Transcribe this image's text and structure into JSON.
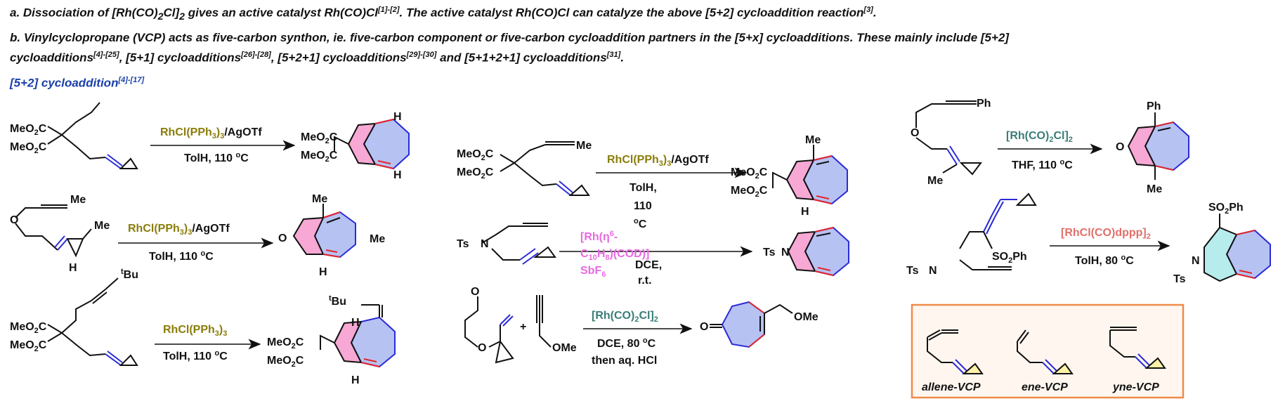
{
  "paragraph_a": {
    "text_1": "a. Dissociation of [Rh(CO)",
    "sub_1": "2",
    "text_2": "Cl]",
    "sub_2": "2",
    "text_3": " gives an active catalyst Rh(CO)Cl",
    "ref_1": "[1]-[2]",
    "text_4": ". The active catalyst Rh(CO)Cl can catalyze the above [5+2] cycloaddition reaction",
    "ref_2": "[3]",
    "text_5": "."
  },
  "paragraph_b": {
    "line1": "b. Vinylcyclopropane (VCP) acts as five-carbon synthon, ie. five-carbon component or five-carbon cycloaddition partners in the [5+x] cycloadditions. These mainly include [5+2]",
    "l2_t1": "cycloadditions",
    "l2_r1": "[4]-[25]",
    "l2_t2": ",  [5+1] cycloadditions",
    "l2_r2": "[26]-[28]",
    "l2_t3": ", [5+2+1] cycloadditions",
    "l2_r3": "[29]-[30]",
    "l2_t4": " and [5+1+2+1] cycloadditions",
    "l2_r4": "[31]",
    "l2_t5": "."
  },
  "section_title": {
    "text": "[5+2] cycloaddition",
    "ref": "[4]-[17]"
  },
  "colors": {
    "olive": "#8a7d0a",
    "teal": "#3b7d78",
    "pink": "#e86ae0",
    "salmon": "#e2706a",
    "blue": "#2b2bd6",
    "red": "#e5252a",
    "ring_fill": "#b6c2f2",
    "ring_fill_pink": "#f7a8d4",
    "ring_fill_cyan": "#b7ecec",
    "cyclopropane": "#e8c400",
    "box": "#f08a4b"
  },
  "labels": {
    "meo2c": "MeO",
    "co2_sub": "2",
    "c": "C",
    "me": "Me",
    "ph": "Ph",
    "ts": "Ts",
    "n": "N",
    "o": "O",
    "h": "H",
    "tbu_t": "t",
    "tbu_bu": "Bu",
    "ome": "OMe",
    "so2ph_so": "SO",
    "so2ph_ph": "Ph",
    "plus": "+"
  },
  "reactions": {
    "r1": {
      "reagent_1": "RhCl(PPh",
      "reagent_sub": "3",
      "reagent_2": ")",
      "reagent_sub2": "3",
      "reagent_3": "/AgOTf",
      "conditions": "TolH, 110 ",
      "deg": "o",
      "deg_c": "C"
    },
    "r2": {
      "reagent_1": "RhCl(PPh",
      "reagent_sub": "3",
      "reagent_2": ")",
      "reagent_sub2": "3",
      "reagent_3": "/AgOTf",
      "conditions": "TolH, 110 ",
      "deg": "o",
      "deg_c": "C"
    },
    "r3": {
      "reagent_1": "RhCl(PPh",
      "reagent_sub": "3",
      "reagent_2": ")",
      "reagent_sub2": "3",
      "conditions": "TolH, 110 ",
      "deg": "o",
      "deg_c": "C"
    },
    "r4": {
      "reagent_1": "RhCl(PPh",
      "reagent_sub": "3",
      "reagent_2": ")",
      "reagent_sub2": "3",
      "reagent_3": "/AgOTf",
      "cond_1": "TolH,",
      "cond_2": "110",
      "cond_3": "C",
      "deg": "o"
    },
    "r5": {
      "reagent_1": "[Rh(η",
      "reagent_sup": "6",
      "reagent_2": "-",
      "reagent_3": "C",
      "reagent_sub": "10",
      "reagent_4": "H",
      "reagent_sub2": "8",
      "reagent_5": ")(COD)]",
      "reagent_6": "SbF",
      "reagent_sub3": "6",
      "cond_1": "DCE,",
      "cond_2": "r.t."
    },
    "r6": {
      "reagent_1": "[Rh(CO)",
      "reagent_sub": "2",
      "reagent_2": "Cl]",
      "reagent_sub2": "2",
      "cond_1": "DCE, 80 ",
      "deg": "o",
      "deg_c": "C",
      "cond_2": "then aq. HCl"
    },
    "r7": {
      "reagent_1": "[Rh(CO)",
      "reagent_sub": "2",
      "reagent_2": "Cl]",
      "reagent_sub2": "2",
      "conditions": "THF, 110 ",
      "deg": "o",
      "deg_c": "C"
    },
    "r8": {
      "reagent_1": "[RhCl(CO)dppp]",
      "reagent_sub": "2",
      "conditions": "TolH, 80 ",
      "deg": "o",
      "deg_c": "C"
    }
  },
  "legend_box": {
    "items": [
      {
        "label": "allene-VCP"
      },
      {
        "label": "ene-VCP"
      },
      {
        "label": "yne-VCP"
      }
    ]
  }
}
